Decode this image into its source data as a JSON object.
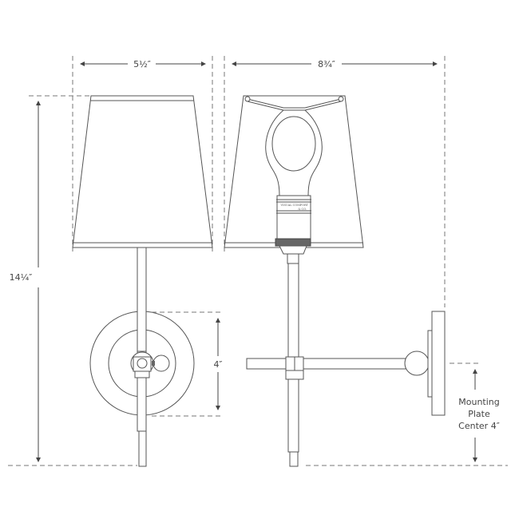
{
  "dimensions": {
    "front_width": "5½″",
    "side_depth": "8¾″",
    "overall_height": "14¼″",
    "plate_height": "4″",
    "mounting_note": [
      "Mounting",
      "Plate",
      "Center 4″"
    ]
  },
  "socket_brand": [
    "VISUAL COMFORT",
    "& CO."
  ],
  "colors": {
    "line": "#555555",
    "socket_ring": "#666666"
  }
}
